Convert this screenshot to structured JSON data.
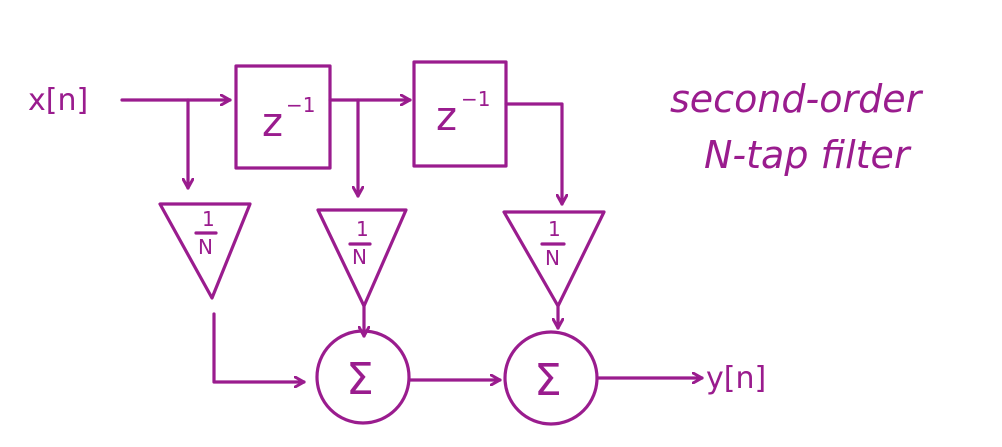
{
  "colors": {
    "ink": "#9a1c8e",
    "background": "#ffffff"
  },
  "labels": {
    "input": "x[n]",
    "output": "y[n]",
    "delay": "z",
    "delay_exponent": "−1",
    "gain_numerator": "1",
    "gain_denominator": "N",
    "sum_symbol": "Σ"
  },
  "title": {
    "line1": "second-order",
    "line2": "N-tap filter"
  }
}
